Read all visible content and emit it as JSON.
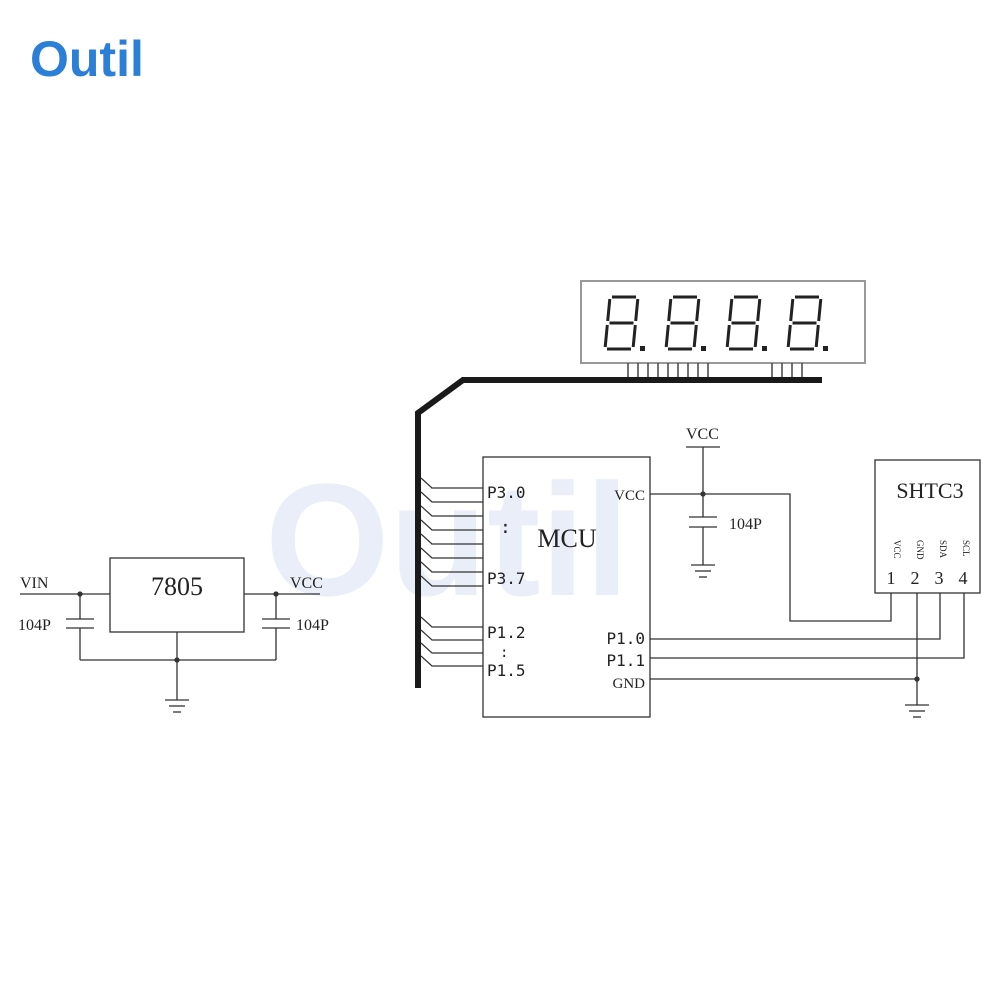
{
  "brand": {
    "logo_text": "Outil",
    "watermark_text": "Outil",
    "accent": "#2b7fd6",
    "dark": "#2a2a2a"
  },
  "regulator": {
    "name": "7805",
    "input_label": "VIN",
    "output_label": "VCC",
    "cap_in": "104P",
    "cap_out": "104P"
  },
  "display": {
    "digits": "8.8.8.8."
  },
  "mcu": {
    "name": "MCU",
    "vcc_pin": "VCC",
    "pins_left": [
      "P3.0",
      ":",
      "P3.7",
      "P1.2",
      ":",
      "P1.5"
    ],
    "pins_right": [
      "P1.0",
      "P1.1",
      "GND"
    ]
  },
  "decoupling": {
    "vcc_label": "VCC",
    "cap": "104P"
  },
  "sensor": {
    "name": "SHTC3",
    "pin_names": [
      "VCC",
      "GND",
      "SDA",
      "SCL"
    ],
    "pin_numbers": [
      "1",
      "2",
      "3",
      "4"
    ]
  }
}
